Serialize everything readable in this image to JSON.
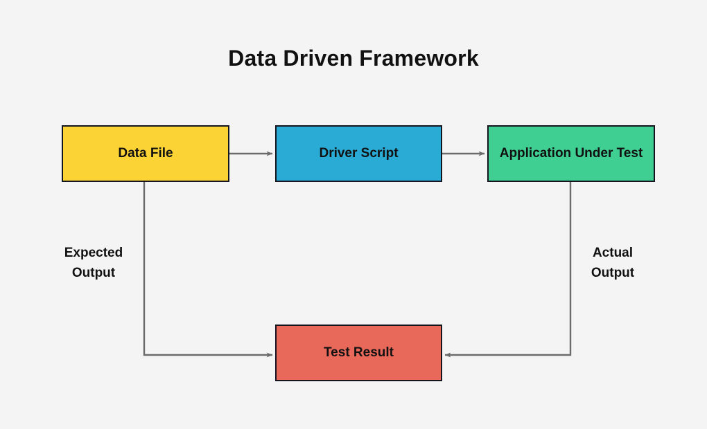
{
  "diagram": {
    "title": "Data Driven Framework",
    "background_color": "#f4f4f4",
    "connector_color": "#6b6b6b",
    "border_color": "#15151f",
    "nodes": [
      {
        "id": "data-file",
        "label": "Data File",
        "color": "#fcd335"
      },
      {
        "id": "driver-script",
        "label": "Driver Script",
        "color": "#29abd5"
      },
      {
        "id": "application-under-test",
        "label": "Application Under Test",
        "color": "#3fcf93"
      },
      {
        "id": "test-result",
        "label": "Test Result",
        "color": "#e8685a"
      }
    ],
    "edge_labels": [
      {
        "id": "expected-output",
        "text": "Expected\nOutput"
      },
      {
        "id": "actual-output",
        "text": "Actual\nOutput"
      }
    ],
    "connections": [
      {
        "id": "data-file-to-driver-script",
        "from": "data-file",
        "to": "driver-script",
        "arrow": true
      },
      {
        "id": "driver-script-to-application-under-test",
        "from": "driver-script",
        "to": "application-under-test",
        "arrow": true
      },
      {
        "id": "data-file-to-test-result",
        "from": "data-file",
        "to": "test-result",
        "arrow": true,
        "label": "expected-output"
      },
      {
        "id": "application-under-test-to-test-result",
        "from": "application-under-test",
        "to": "test-result",
        "arrow": true,
        "label": "actual-output"
      }
    ]
  }
}
